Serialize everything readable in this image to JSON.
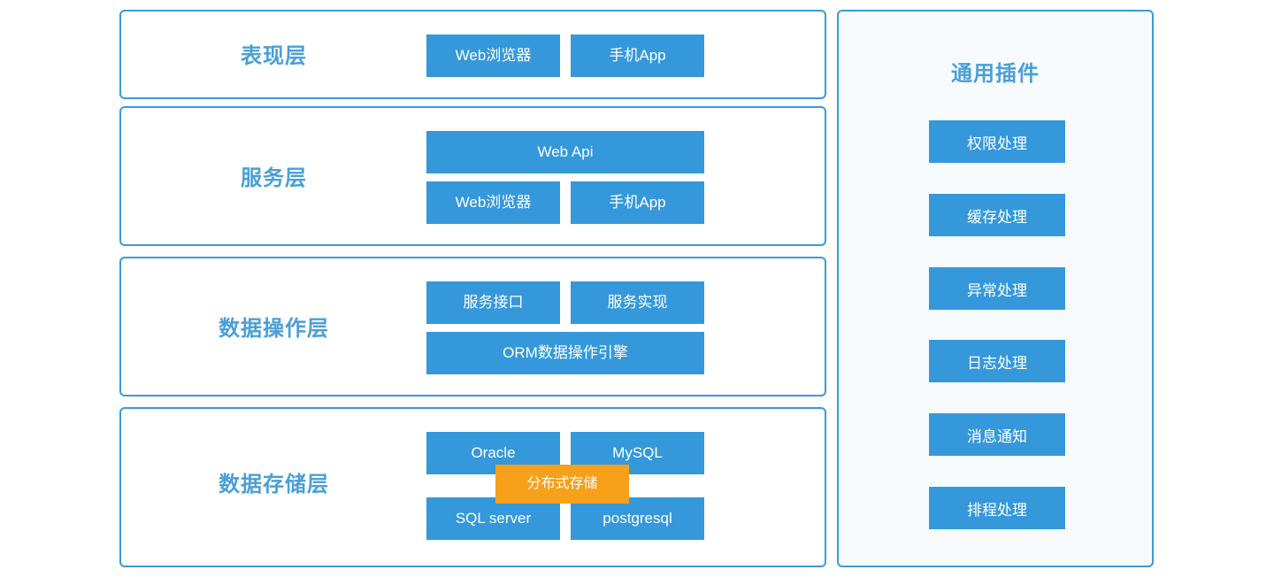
{
  "diagram": {
    "title_colors": {
      "layer_label": "#4a9fd8",
      "node_blue": "#3498db",
      "node_orange": "#f7a019",
      "panel_border": "#3b9ad9",
      "plugin_panel_bg": "#f7fbfe"
    },
    "layers": [
      {
        "label": "表现层",
        "nodes": [
          {
            "text": "Web浏览器"
          },
          {
            "text": "手机App"
          }
        ]
      },
      {
        "label": "服务层",
        "nodes": [
          {
            "text": "Web Api"
          },
          {
            "text": "Web浏览器"
          },
          {
            "text": "手机App"
          }
        ]
      },
      {
        "label": "数据操作层",
        "nodes": [
          {
            "text": "服务接口"
          },
          {
            "text": "服务实现"
          },
          {
            "text": "ORM数据操作引擎"
          }
        ]
      },
      {
        "label": "数据存储层",
        "nodes": [
          {
            "text": "Oracle"
          },
          {
            "text": "MySQL"
          },
          {
            "text": "SQL server"
          },
          {
            "text": "postgresql"
          },
          {
            "text": "分布式存储"
          }
        ]
      }
    ],
    "plugins": {
      "title": "通用插件",
      "items": [
        {
          "label": "权限处理"
        },
        {
          "label": "缓存处理"
        },
        {
          "label": "异常处理"
        },
        {
          "label": "日志处理"
        },
        {
          "label": "消息通知"
        },
        {
          "label": "排程处理"
        }
      ]
    }
  }
}
